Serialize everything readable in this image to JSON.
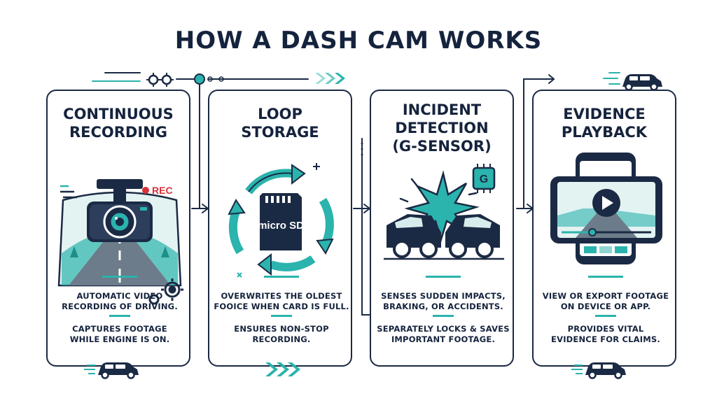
{
  "title": "HOW A DASH CAM WORKS",
  "colors": {
    "navy": "#1b2a44",
    "teal": "#2bb3ad",
    "red": "#d9313a",
    "road": "#6d7c8a"
  },
  "steps": [
    {
      "title": "CONTINUOUS\nRECORDING",
      "badge": "REC",
      "desc1": "AUTOMATIC VIDEO\nRECORDING OF DRIVING.",
      "desc2": "CAPTURES FOOTAGE\nWHILE ENGINE IS ON.",
      "icon": "dash-camera-icon"
    },
    {
      "title": "LOOP\nSTORAGE",
      "card_label": "micro SD",
      "desc1": "OVERWRITES THE OLDEST\nFOOICE WHEN CARD IS FULL.",
      "desc2": "ENSURES NON-STOP\nRECORDING.",
      "icon": "microsd-loop-icon"
    },
    {
      "title": "INCIDENT\nDETECTION\n(G-SENSOR)",
      "chip_label": "G",
      "desc1": "SENSES SUDDEN IMPACTS,\nBRAKING, OR ACCIDENTS.",
      "desc2": "SEPARATELY LOCKS & SAVES\nIMPORTANT FOOTAGE.",
      "icon": "car-collision-icon"
    },
    {
      "title": "EVIDENCE\nPLAYBACK",
      "desc1": "VIEW OR EXPORT FOOTAGE\nON DEVICE OR APP.",
      "desc2": "PROVIDES VITAL\nEVIDENCE FOR CLAIMS.",
      "icon": "phone-playback-icon"
    }
  ]
}
